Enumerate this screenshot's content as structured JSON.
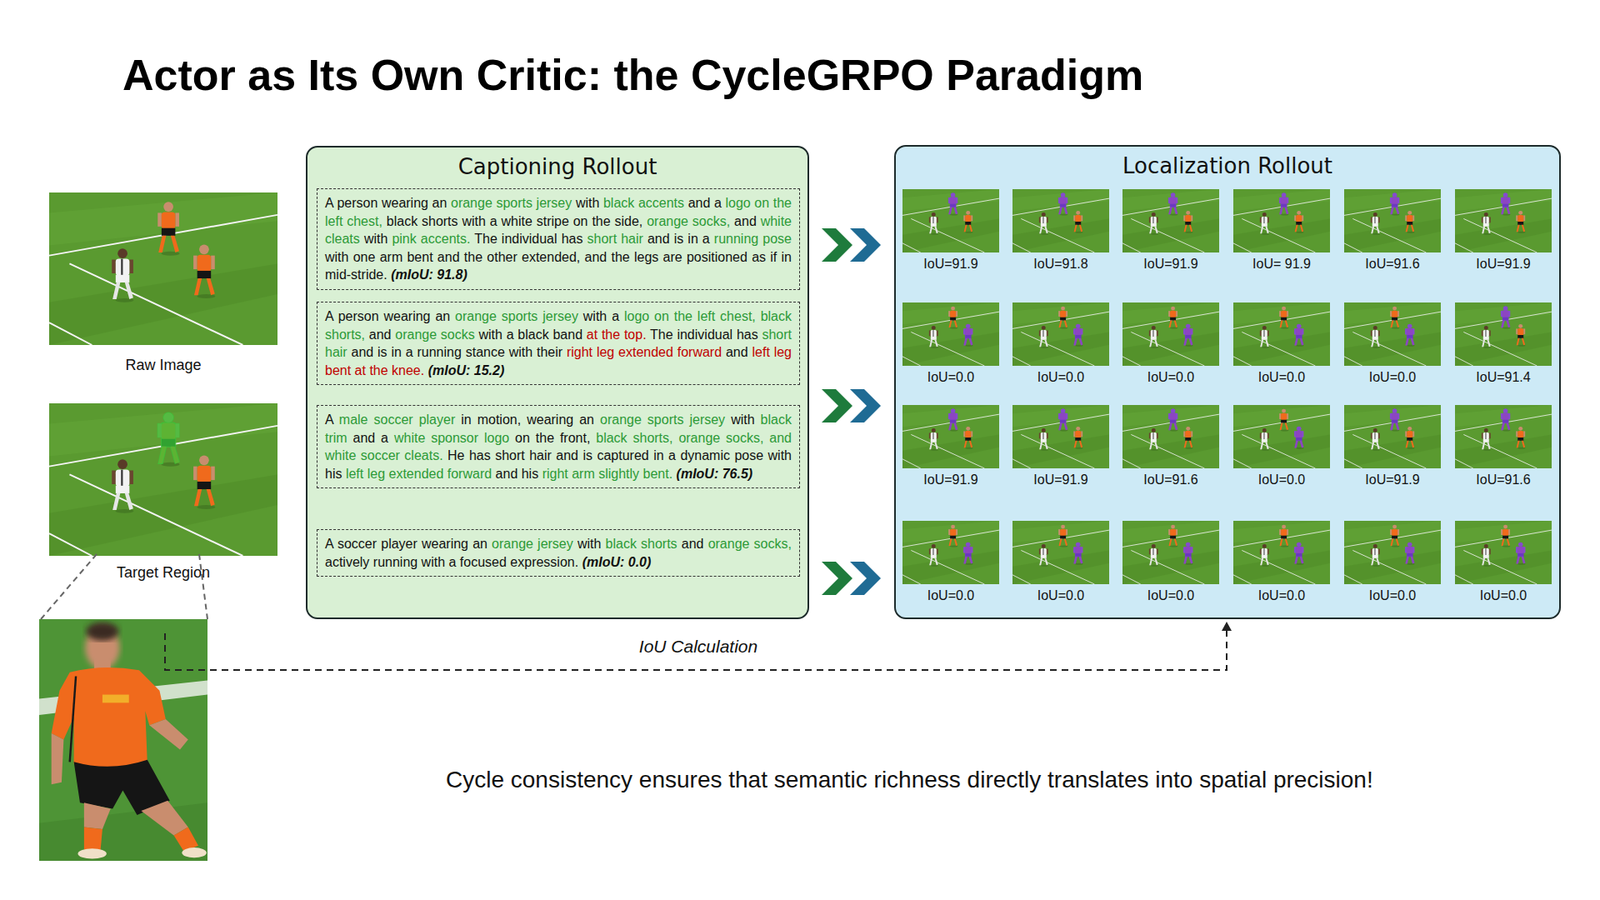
{
  "diagram": {
    "title": "Actor as Its Own Critic: the CycleGRPO Paradigm",
    "nodes": [
      {
        "text": [
          "Captioning Rollout"
        ]
      },
      {
        "text": [
          "A person wearing an orange sports jersey with black accents and a logo on the left chest, black shorts with a white stripe on the side, orange socks, and white cleats with pink accents. The individual has short hair and is in a running pose with one arm bent and the other extended, and the legs are positioned as if in mid-stride. (mIoU: 91.8)"
        ],
        "in": 0
      },
      {
        "text": [
          "A person wearing an orange sports jersey with a logo on the left chest, black shorts, and orange socks with a black band at the top. The individual has short hair and is in a running stance with their right leg extended forward and left leg bent at the knee. (mIoU: 15.2)"
        ],
        "in": 0
      },
      {
        "text": [
          "A male soccer player in motion, wearing an orange sports jersey with black trim and a white sponsor logo on the front, black shorts, orange socks, and white soccer cleats. He has short hair and is captured in a dynamic pose with his left leg extended forward and his right arm slightly bent. (mIoU: 76.5)"
        ],
        "in": 0
      },
      {
        "text": [
          "A soccer player wearing an orange jersey with black shorts and orange socks, actively running with a focused expression. (mIoU: 0.0)"
        ],
        "in": 0
      },
      {
        "text": [
          "Localization Rollout"
        ]
      },
      {
        "text": [
          "IoU=91.9"
        ],
        "in": 5
      },
      {
        "text": [
          "IoU=91.8"
        ],
        "in": 5
      },
      {
        "text": [
          "IoU=91.9"
        ],
        "in": 5
      },
      {
        "text": [
          "IoU= 91.9"
        ],
        "in": 5
      },
      {
        "text": [
          "IoU=91.6"
        ],
        "in": 5
      },
      {
        "text": [
          "IoU=91.9"
        ],
        "in": 5
      },
      {
        "text": [
          "IoU=0.0"
        ],
        "in": 5
      },
      {
        "text": [
          "IoU=0.0"
        ],
        "in": 5
      },
      {
        "text": [
          "IoU=0.0"
        ],
        "in": 5
      },
      {
        "text": [
          "IoU=0.0"
        ],
        "in": 5
      },
      {
        "text": [
          "IoU=0.0"
        ],
        "in": 5
      },
      {
        "text": [
          "IoU=91.4"
        ],
        "in": 5
      },
      {
        "text": [
          "IoU=91.9"
        ],
        "in": 5
      },
      {
        "text": [
          "IoU=91.9"
        ],
        "in": 5
      },
      {
        "text": [
          "IoU=91.6"
        ],
        "in": 5
      },
      {
        "text": [
          "IoU=0.0"
        ],
        "in": 5
      },
      {
        "text": [
          "IoU=91.9"
        ],
        "in": 5
      },
      {
        "text": [
          "IoU=91.6"
        ],
        "in": 5
      },
      {
        "text": [
          "IoU=0.0"
        ],
        "in": 5
      },
      {
        "text": [
          "IoU=0.0"
        ],
        "in": 5
      },
      {
        "text": [
          "IoU=0.0"
        ],
        "in": 5
      },
      {
        "text": [
          "IoU=0.0"
        ],
        "in": 5
      },
      {
        "text": [
          "IoU=0.0"
        ],
        "in": 5
      },
      {
        "text": [
          "IoU=0.0"
        ],
        "in": 5
      }
    ],
    "labels": [
      "Raw Image",
      "Target Region",
      "IoU Calculation",
      "Cycle consistency ensures that semantic richness directly translates into spatial precision!"
    ]
  }
}
